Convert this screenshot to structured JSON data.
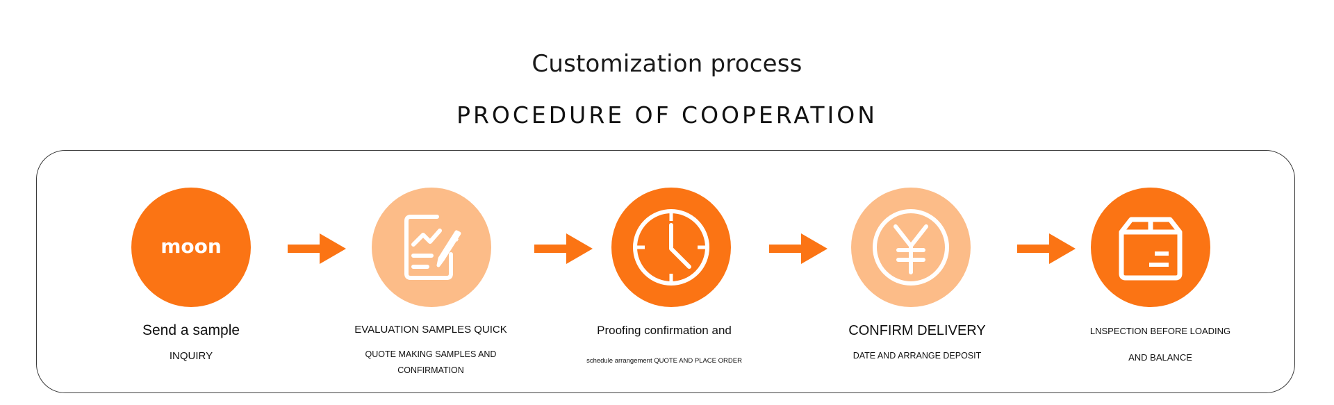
{
  "header": {
    "title": "Customization process",
    "subtitle": "PROCEDURE OF COOPERATION"
  },
  "colors": {
    "accent": "#fb7414",
    "accent_light": "#fcbc88",
    "border": "#3a3a3a"
  },
  "steps": [
    {
      "icon": "moon-logo",
      "logo_text": "moon",
      "line1": "Send a sample",
      "line2": "INQUIRY",
      "line3": ""
    },
    {
      "icon": "document-chart-pen-icon",
      "line1": "EVALUATION SAMPLES QUICK",
      "line2": "QUOTE MAKING SAMPLES AND",
      "line3": "CONFIRMATION"
    },
    {
      "icon": "clock-icon",
      "line1": "Proofing confirmation and",
      "line2": "schedule arrangement QUOTE AND PLACE ORDER",
      "line3": ""
    },
    {
      "icon": "yen-coin-icon",
      "line1": "CONFIRM DELIVERY",
      "line2": "DATE AND ARRANGE DEPOSIT",
      "line3": ""
    },
    {
      "icon": "package-box-icon",
      "line1": "LNSPECTION BEFORE LOADING",
      "line2": "AND BALANCE",
      "line3": ""
    }
  ]
}
